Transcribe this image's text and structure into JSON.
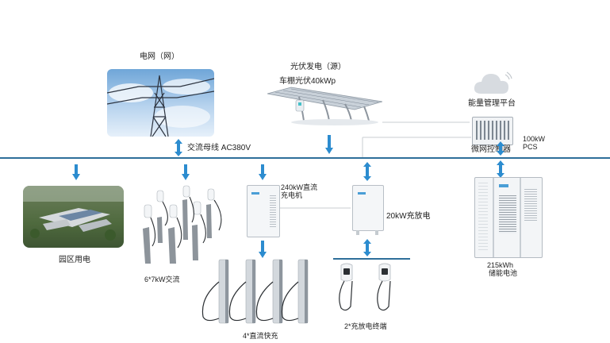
{
  "grid": {
    "label": "电网（网）"
  },
  "pv": {
    "title": "光伏发电（源）",
    "subtitle": "车棚光伏40kWp"
  },
  "ems": {
    "label": "能量管理平台"
  },
  "controller": {
    "label": "微网控制器",
    "pcs_power": "100kW",
    "pcs_label": "PCS"
  },
  "bus": {
    "label": "交流母线 AC380V"
  },
  "park": {
    "label": "园区用电"
  },
  "ac_chargers": {
    "label": "6*7kW交流"
  },
  "dc_charger": {
    "label_line1": "240kW直流",
    "label_line2": "充电机"
  },
  "dc_terminals": {
    "label": "4*直流快充"
  },
  "v2g": {
    "label": "20kW充放电"
  },
  "v2g_terminals": {
    "label": "2*充放电终端"
  },
  "battery": {
    "capacity": "215kWh",
    "label": "储能电池"
  },
  "colors": {
    "bus": "#2f6f9a",
    "arrow": "#2c8ccf",
    "sky": "#9cc3e6"
  }
}
